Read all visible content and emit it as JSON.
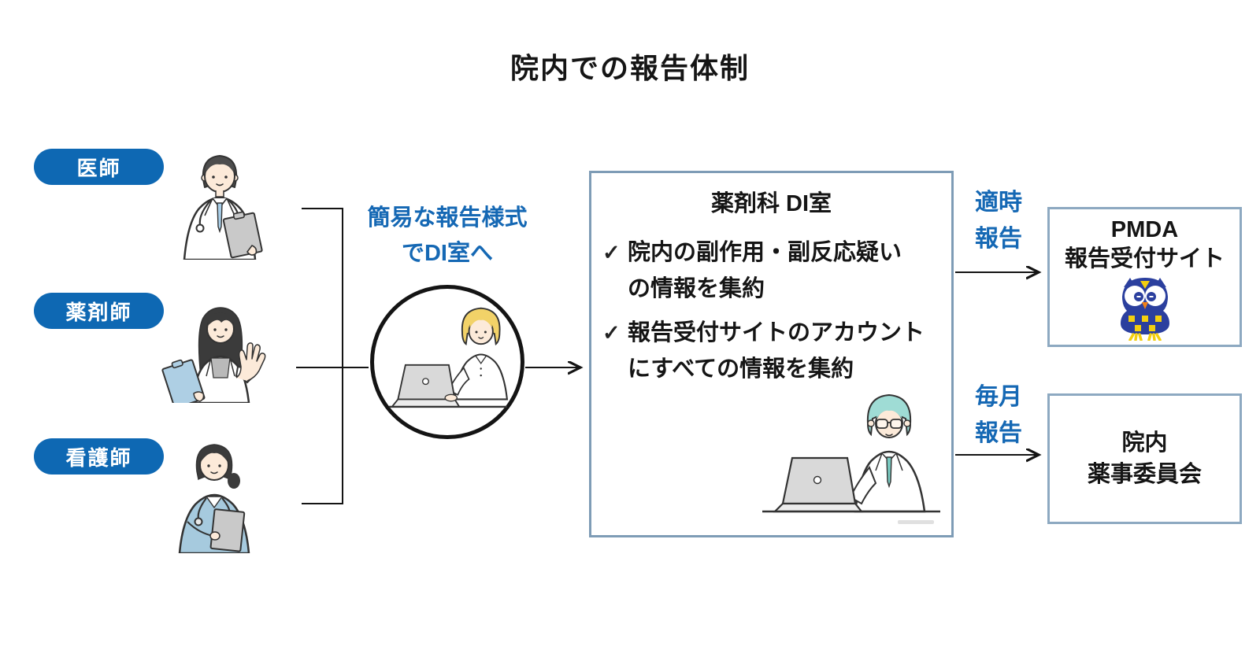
{
  "title": "院内での報告体制",
  "roles": [
    {
      "label": "医師"
    },
    {
      "label": "薬剤師"
    },
    {
      "label": "看護師"
    }
  ],
  "note": {
    "line1": "簡易な報告様式",
    "line2": "でDI室へ"
  },
  "di_box": {
    "title": "薬剤科 DI室",
    "items": [
      {
        "mark": "✓",
        "line1": "院内の副作用・副反応疑い",
        "line2": "の情報を集約"
      },
      {
        "mark": "✓",
        "line1": "報告受付サイトのアカウント",
        "line2": "にすべての情報を集約"
      }
    ]
  },
  "outputs": [
    {
      "label_line1": "適時",
      "label_line2": "報告",
      "box_line1": "PMDA",
      "box_line2": "報告受付サイト",
      "icon": "pmda-owl-icon"
    },
    {
      "label_line1": "毎月",
      "label_line2": "報告",
      "box_line1": "院内",
      "box_line2": "薬事委員会"
    }
  ],
  "colors": {
    "accent_blue": "#0e68b3",
    "blue_text": "#1568b4",
    "box_border": "#8da9c1",
    "di_box_border": "#7e9cb6",
    "owl_blue": "#2b3f9e",
    "owl_yellow": "#f3cf0f",
    "owl_orange": "#f08019",
    "scrub_blue": "#a6cade",
    "teal_hair": "#9fdcd5"
  }
}
